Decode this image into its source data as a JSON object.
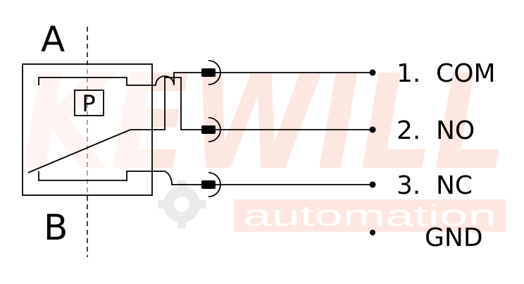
{
  "diagram": {
    "side_top_label": "A",
    "side_bottom_label": "B",
    "sensor_label": "P",
    "terminals": [
      {
        "number": "1.",
        "name": "COM"
      },
      {
        "number": "2.",
        "name": "NO"
      },
      {
        "number": "3.",
        "name": "NC"
      },
      {
        "number": "",
        "name": "GND"
      }
    ]
  },
  "watermark": {
    "brand": "KEWILL",
    "subtitle": "automation",
    "brand_color": "#fbe0d8",
    "subtitle_bg": "#fde3da",
    "gear_color": "#e8e8e8"
  },
  "colors": {
    "line": "#000000",
    "background": "#ffffff"
  }
}
